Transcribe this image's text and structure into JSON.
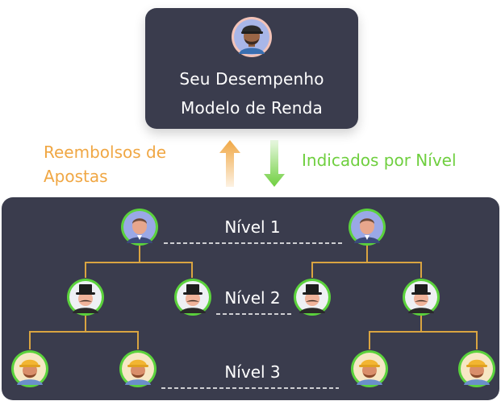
{
  "top_card": {
    "line1": "Seu Desempenho",
    "line2": "Modelo de Renda",
    "avatar": "man-with-cap-avatar"
  },
  "left_label": {
    "line1": "Reembolsos de",
    "line2": "Apostas",
    "arrow": "arrow-up-icon"
  },
  "right_label": {
    "text": "Indicados por Nível",
    "arrow": "arrow-down-icon"
  },
  "levels": [
    {
      "label": "Nível 1"
    },
    {
      "label": "Nível 2"
    },
    {
      "label": "Nível 3"
    }
  ],
  "colors": {
    "panel": "#3a3c4d",
    "orange": "#f0a744",
    "green": "#6fcf3f",
    "tree_line": "#d9a441",
    "avatar_ring": "#5bd23c"
  }
}
